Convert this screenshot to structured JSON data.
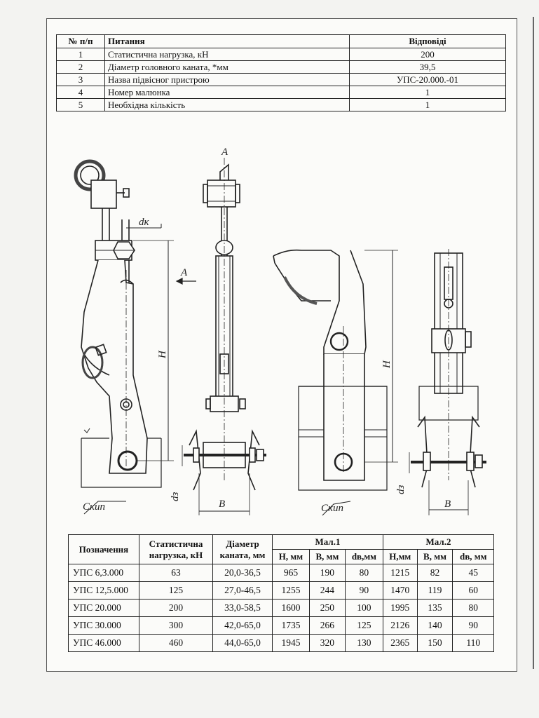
{
  "questions_table": {
    "headers": [
      "№ п/п",
      "Питання",
      "Відповіді"
    ],
    "rows": [
      [
        "1",
        "Статистична нагрузка, кН",
        "200"
      ],
      [
        "2",
        "Діаметр головного каната, *мм",
        "39,5"
      ],
      [
        "3",
        "Назва підвісног пристрою",
        "УПС-20.000.-01"
      ],
      [
        "4",
        "Номер малюнка",
        "1"
      ],
      [
        "5",
        "Необхідна кількість",
        "1"
      ]
    ]
  },
  "drawing_labels": {
    "section_a_top": "А",
    "section_a_arrow": "А",
    "dk": "dк",
    "h_left": "H",
    "h_right": "H",
    "d_left": "dз",
    "d_right": "dз",
    "b_left": "B",
    "b_right": "B",
    "skip_left": "Скип",
    "skip_right": "Скип"
  },
  "data_table": {
    "h_designation": "Позначення",
    "h_load": "Статистична нагрузка, кН",
    "h_diameter": "Діаметр каната, мм",
    "h_mal1": "Мал.1",
    "h_mal2": "Мал.2",
    "sub_h1": "H, мм",
    "sub_b1": "B, мм",
    "sub_d1": "dв,мм",
    "sub_h2": "H,мм",
    "sub_b2": "B, мм",
    "sub_d2": "dв, мм",
    "rows": [
      [
        "УПС 6,3.000",
        "63",
        "20,0-36,5",
        "965",
        "190",
        "80",
        "1215",
        "82",
        "45"
      ],
      [
        "УПС 12,5.000",
        "125",
        "27,0-46,5",
        "1255",
        "244",
        "90",
        "1470",
        "119",
        "60"
      ],
      [
        "УПС 20.000",
        "200",
        "33,0-58,5",
        "1600",
        "250",
        "100",
        "1995",
        "135",
        "80"
      ],
      [
        "УПС 30.000",
        "300",
        "42,0-65,0",
        "1735",
        "266",
        "125",
        "2126",
        "140",
        "90"
      ],
      [
        "УПС 46.000",
        "460",
        "44,0-65,0",
        "1945",
        "320",
        "130",
        "2365",
        "150",
        "110"
      ]
    ]
  }
}
